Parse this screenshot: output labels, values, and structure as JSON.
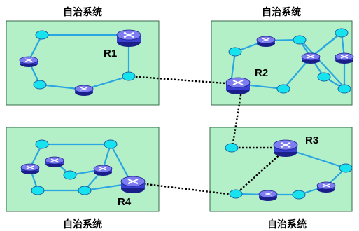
{
  "colors": {
    "as_fill": "#b3f0c8",
    "as_border": "#3a6a4a",
    "link": "#2aa6e0",
    "interlink": "#000000",
    "node_fill": "#17e3ef",
    "node_stroke": "#1b5fa0",
    "router_body": "#3a3fd0",
    "router_top": "#7d7cf0",
    "router_dark": "#1a1f8a"
  },
  "labels": {
    "as_top_left": "自治系统",
    "as_top_right": "自治系统",
    "as_bottom_left": "自治系统",
    "as_bottom_right": "自治系统",
    "r1": "R1",
    "r2": "R2",
    "r3": "R3",
    "r4": "R4"
  }
}
